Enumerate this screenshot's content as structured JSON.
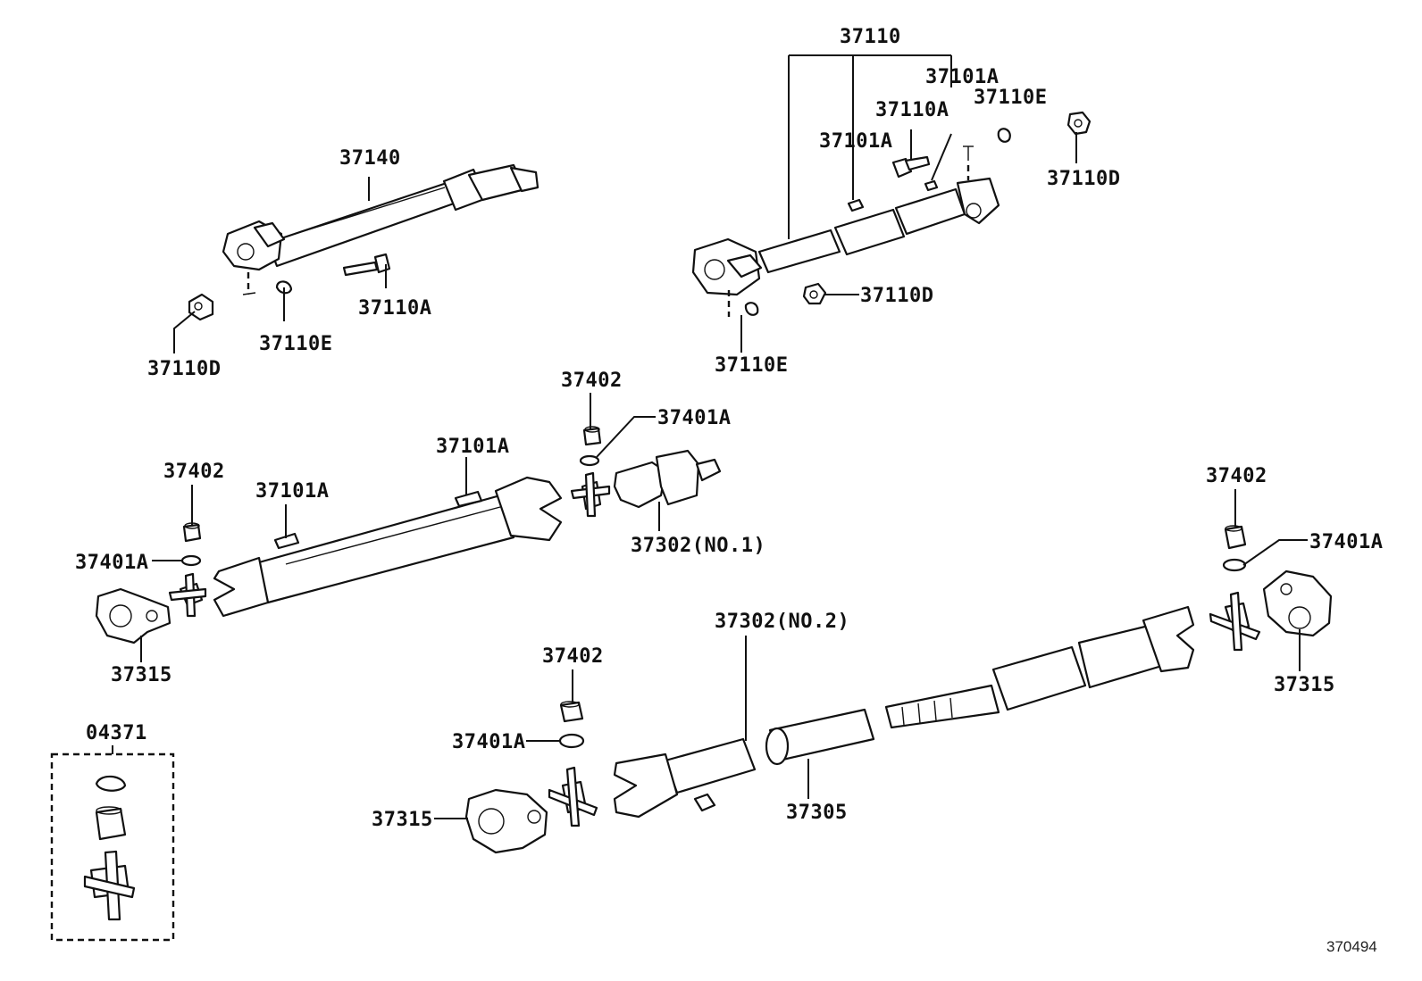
{
  "diagram_ref": "370494",
  "labels": {
    "upper_left_shaft": "37140",
    "upper_left_bolt": "37110A",
    "upper_left_washer": "37110E",
    "upper_left_nut": "37110D",
    "upper_right_assembly": "37110",
    "upper_right_plate_a": "37101A",
    "upper_right_plate_b": "37101A",
    "upper_right_bolt": "37110A",
    "upper_right_washer_top": "37110E",
    "upper_right_nut_top": "37110D",
    "upper_right_nut_mid": "37110D",
    "upper_right_washer_bottom": "37110E",
    "mid_grease_fitting_left": "37402",
    "mid_plate_left": "37101A",
    "mid_plate_right": "37101A",
    "mid_grease_fitting_right": "37402",
    "mid_snap_ring_right": "37401A",
    "mid_snap_ring_left": "37401A",
    "mid_yoke_no1": "37302(NO.1)",
    "mid_flange_left": "37315",
    "far_right_grease_fitting": "37402",
    "far_right_snap_ring": "37401A",
    "far_right_flange": "37315",
    "lower_yoke_no2": "37302(NO.2)",
    "lower_grease_fitting": "37402",
    "lower_snap_ring": "37401A",
    "lower_flange": "37315",
    "lower_boot": "37305",
    "spider_kit": "04371"
  }
}
